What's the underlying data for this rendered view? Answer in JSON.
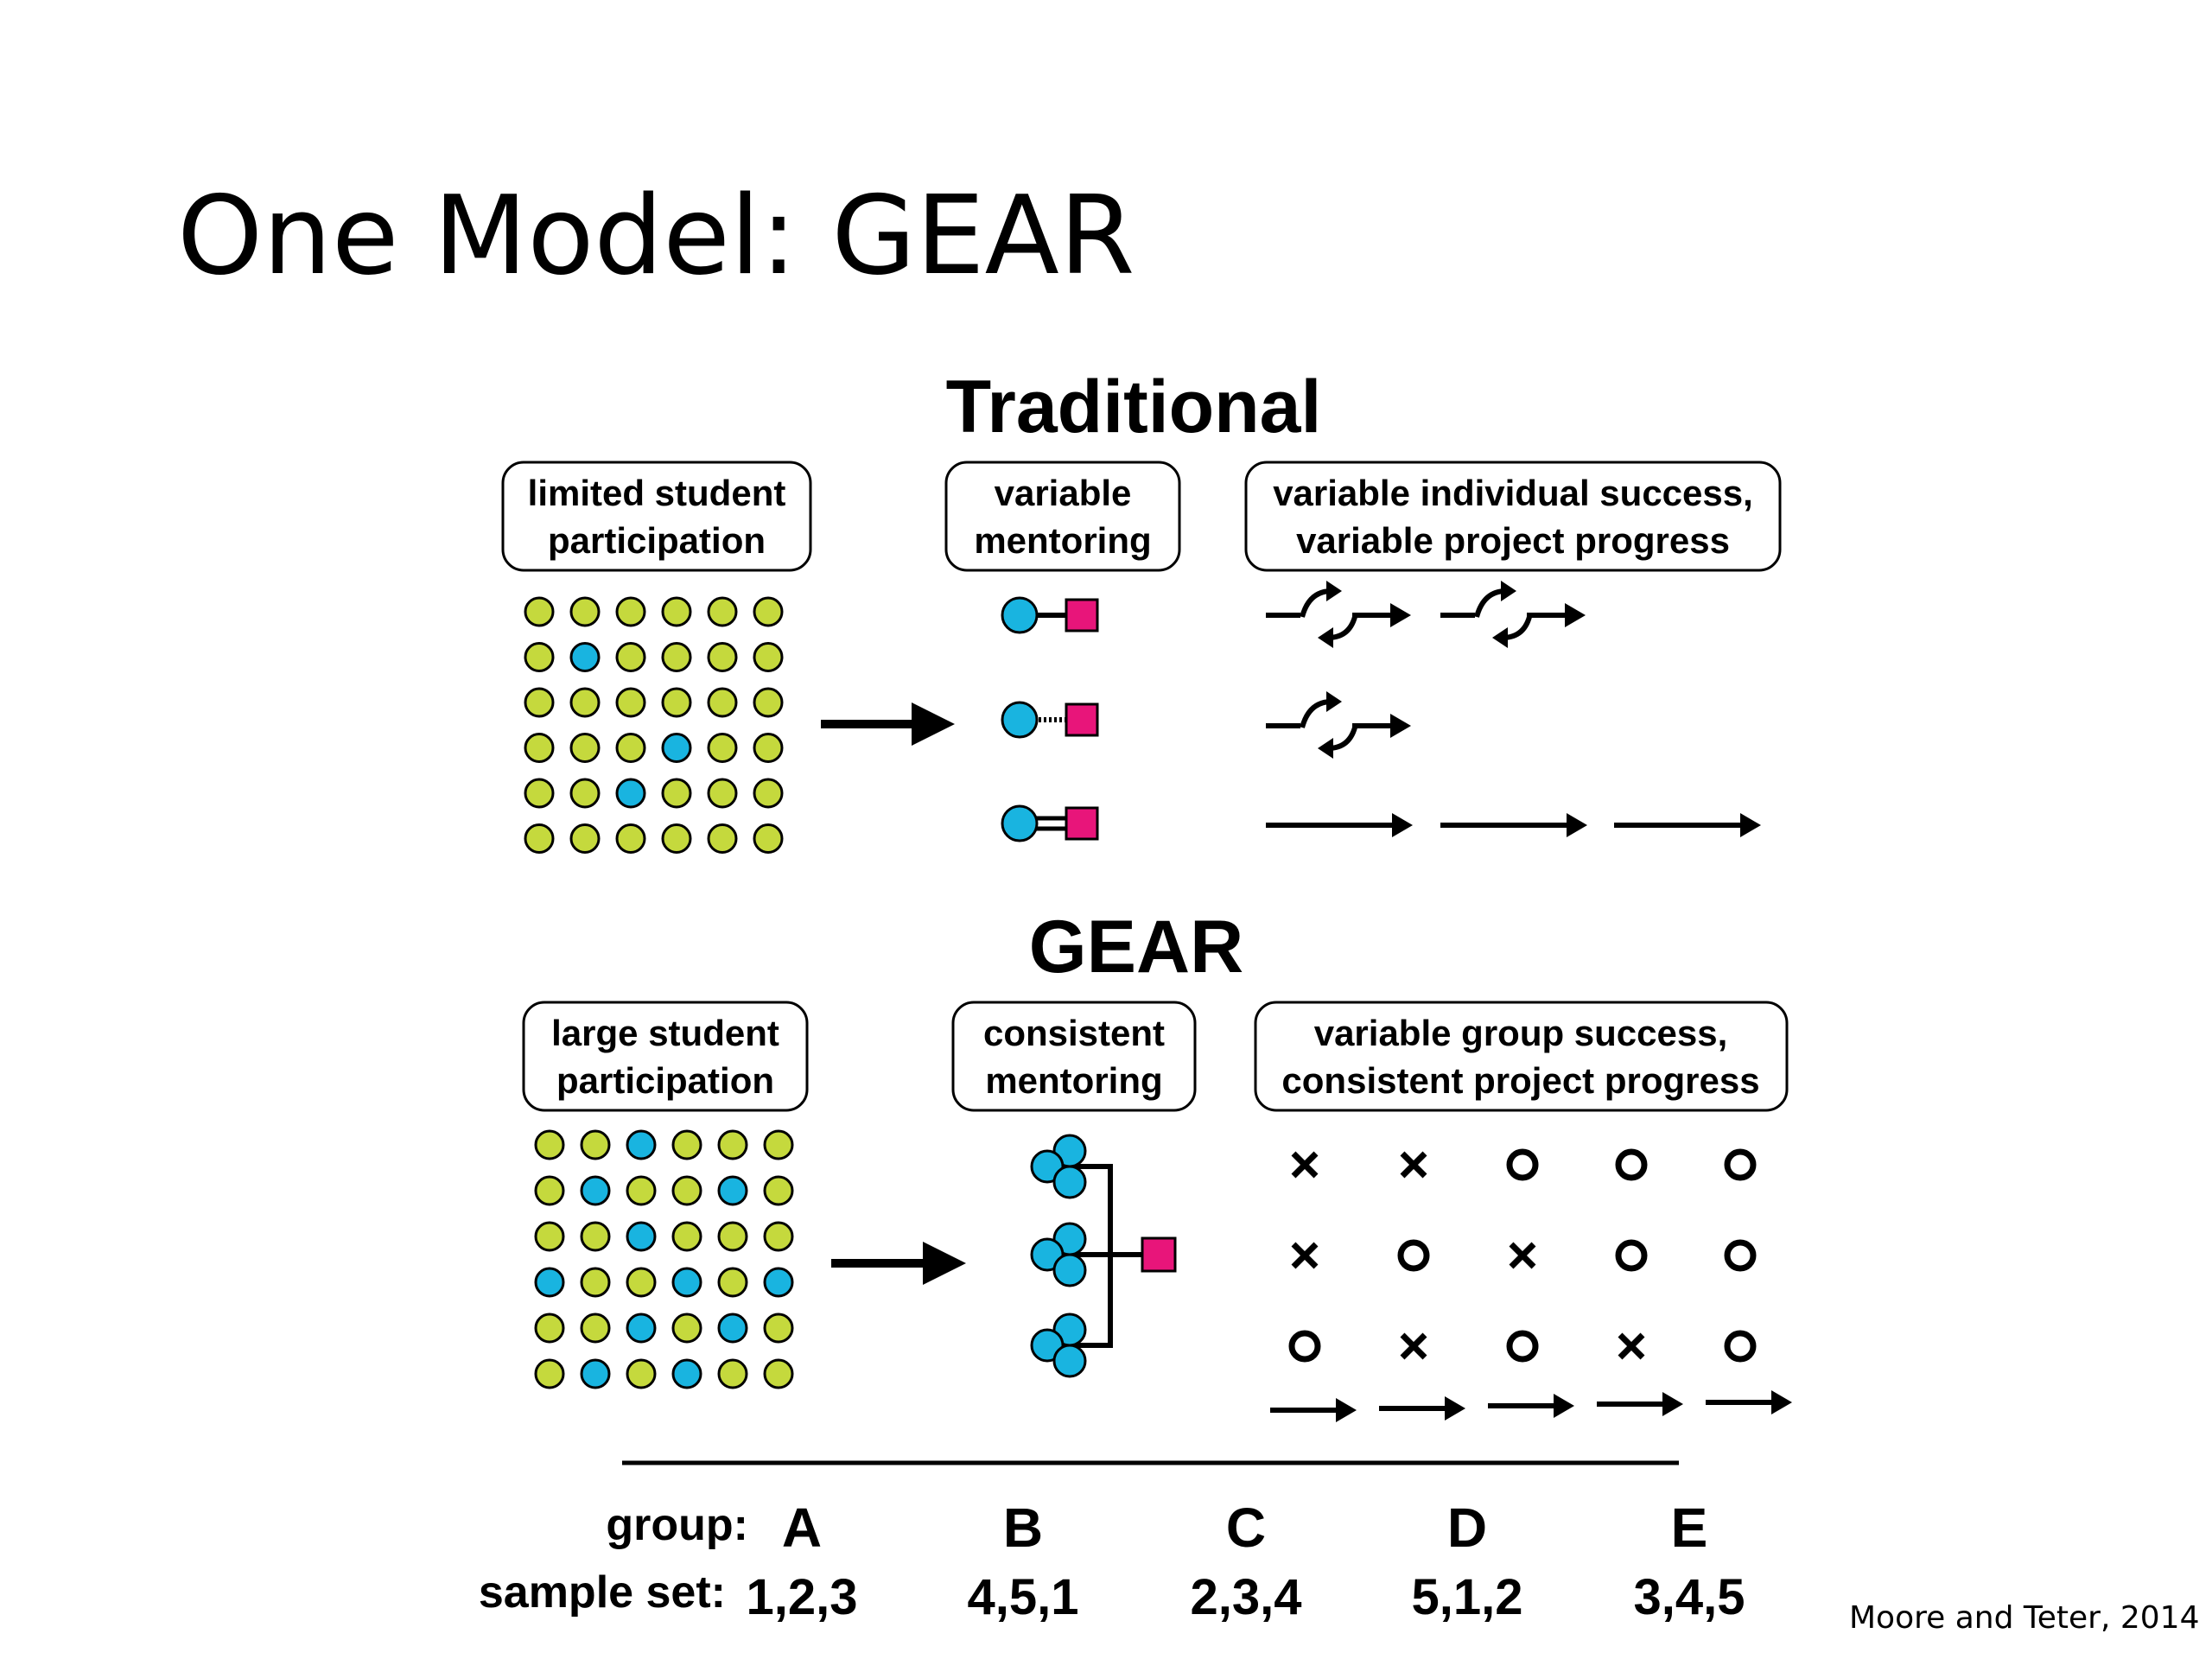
{
  "slide": {
    "title": "One Model: GEAR",
    "citation": "Moore and Teter, 2014"
  },
  "traditional": {
    "heading": "Traditional",
    "box1": [
      "limited student",
      "participation"
    ],
    "box2": [
      "variable",
      "mentoring"
    ],
    "box3": [
      "variable individual success,",
      "variable project progress"
    ],
    "grid": [
      [
        "g",
        "g",
        "g",
        "g",
        "g",
        "g"
      ],
      [
        "g",
        "b",
        "g",
        "g",
        "g",
        "g"
      ],
      [
        "g",
        "g",
        "g",
        "g",
        "g",
        "g"
      ],
      [
        "g",
        "g",
        "g",
        "b",
        "g",
        "g"
      ],
      [
        "g",
        "g",
        "b",
        "g",
        "g",
        "g"
      ],
      [
        "g",
        "g",
        "g",
        "g",
        "g",
        "g"
      ]
    ],
    "mentor_links": [
      "solid",
      "dotted",
      "double"
    ],
    "progress_rows": [
      [
        "loop",
        "loop"
      ],
      [
        "loop"
      ],
      [
        "straight",
        "straight",
        "straight"
      ]
    ]
  },
  "gear": {
    "heading": "GEAR",
    "box1": [
      "large student",
      "participation"
    ],
    "box2": [
      "consistent",
      "mentoring"
    ],
    "box3": [
      "variable group success,",
      "consistent project progress"
    ],
    "grid": [
      [
        "g",
        "g",
        "b",
        "g",
        "g",
        "g"
      ],
      [
        "g",
        "b",
        "g",
        "g",
        "b",
        "g"
      ],
      [
        "g",
        "g",
        "b",
        "g",
        "g",
        "g"
      ],
      [
        "b",
        "g",
        "g",
        "b",
        "g",
        "b"
      ],
      [
        "g",
        "g",
        "b",
        "g",
        "b",
        "g"
      ],
      [
        "g",
        "b",
        "g",
        "b",
        "g",
        "g"
      ]
    ],
    "outcomes": [
      [
        "x",
        "x",
        "o",
        "o",
        "o"
      ],
      [
        "x",
        "o",
        "x",
        "o",
        "o"
      ],
      [
        "o",
        "x",
        "o",
        "x",
        "o"
      ]
    ],
    "group_label": "group:",
    "groups": [
      "A",
      "B",
      "C",
      "D",
      "E"
    ],
    "sample_label": "sample set:",
    "sample_sets": [
      "1,2,3",
      "4,5,1",
      "2,3,4",
      "5,1,2",
      "3,4,5"
    ]
  },
  "colors": {
    "green": "#c5d93d",
    "blue": "#19b4e0",
    "pink": "#e8157a",
    "stroke": "#000000"
  }
}
